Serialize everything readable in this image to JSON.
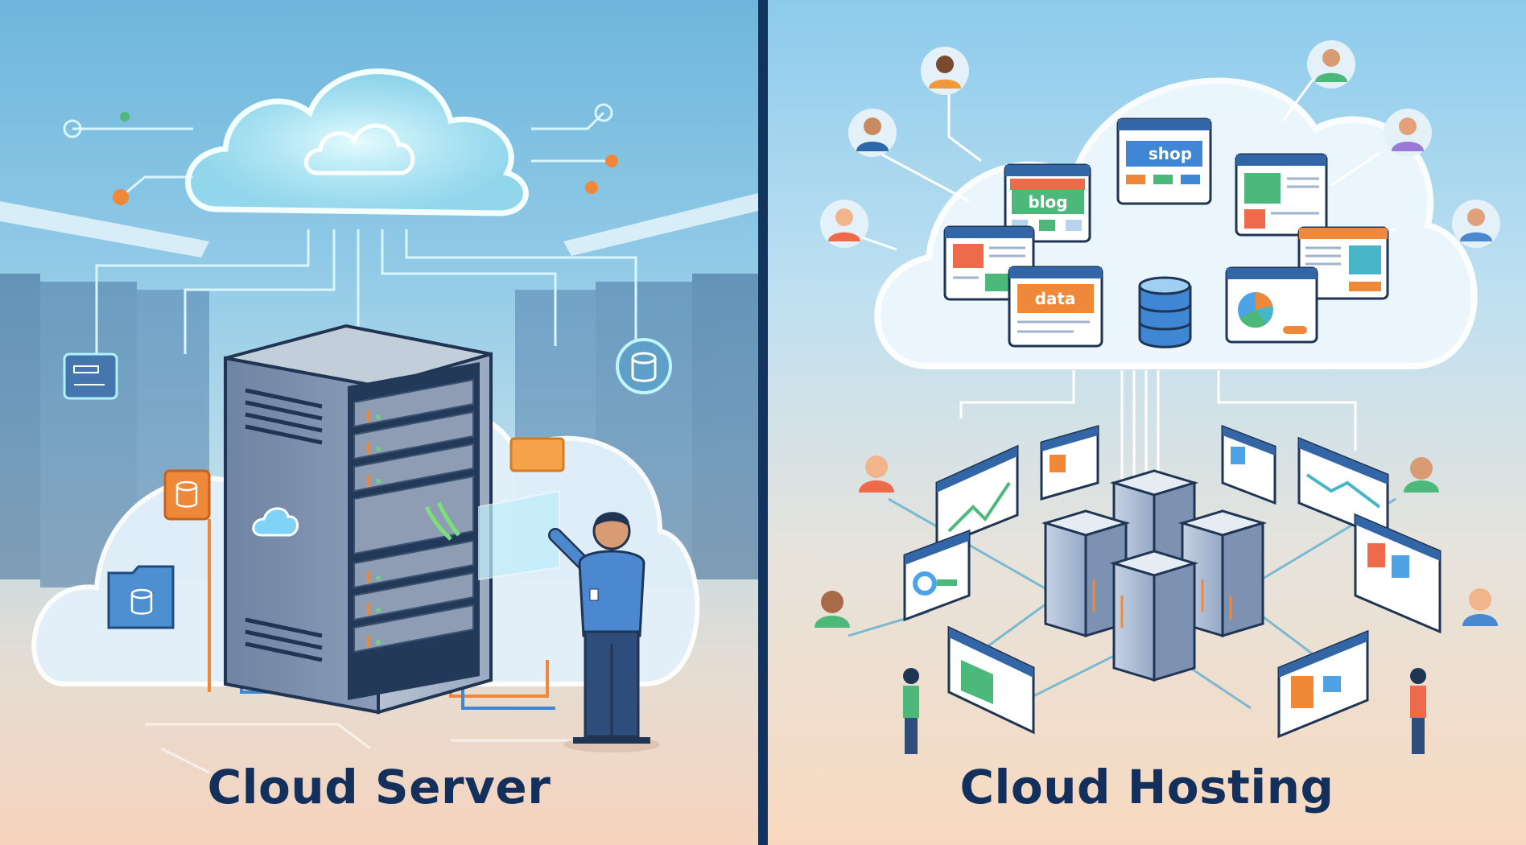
{
  "left_panel": {
    "title": "Cloud Server",
    "elements": [
      "cloud-icon",
      "server-rack",
      "engineer",
      "database-icon",
      "folder-icon",
      "network-lines",
      "hologram-screen"
    ]
  },
  "right_panel": {
    "title": "Cloud Hosting",
    "cloud_sites": [
      {
        "label": "blog"
      },
      {
        "label": "shop"
      },
      {
        "label": "data"
      }
    ],
    "elements": [
      "cloud",
      "database-stack",
      "server-cluster",
      "browser-windows",
      "users"
    ]
  },
  "colors": {
    "title_text": "#13305c",
    "divider": "#13335f",
    "accent_orange": "#f0883a",
    "accent_green": "#4cb87a",
    "accent_blue": "#3f86d4",
    "glow_cyan": "#8ff3ff"
  }
}
